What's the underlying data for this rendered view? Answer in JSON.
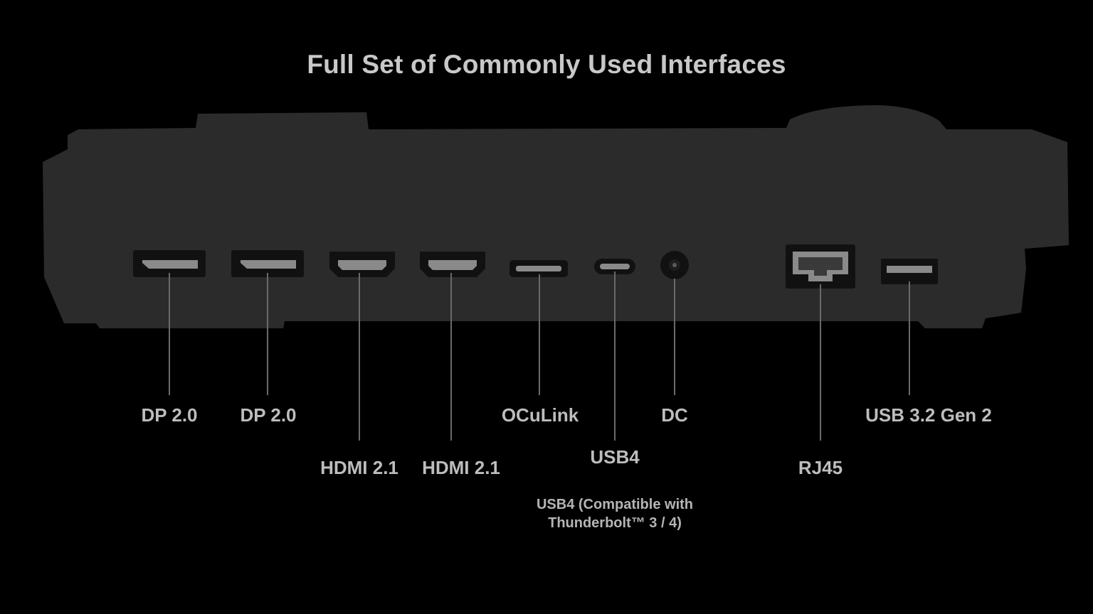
{
  "title": "Full Set of Commonly Used Interfaces",
  "ports": [
    {
      "id": "dp-1",
      "label": "DP 2.0"
    },
    {
      "id": "dp-2",
      "label": "DP 2.0"
    },
    {
      "id": "hdmi-1",
      "label": "HDMI 2.1"
    },
    {
      "id": "hdmi-2",
      "label": "HDMI 2.1"
    },
    {
      "id": "oculink",
      "label": "OCuLink"
    },
    {
      "id": "usb4",
      "label": "USB4"
    },
    {
      "id": "dc",
      "label": "DC"
    },
    {
      "id": "rj45",
      "label": "RJ45"
    },
    {
      "id": "usb32",
      "label": "USB 3.2 Gen 2"
    }
  ],
  "usb4_note": {
    "line1": "USB4 (Compatible with",
    "line2": "Thunderbolt™ 3 / 4)"
  },
  "colors": {
    "background": "#000000",
    "device_body": "#2b2b2b",
    "port_frame": "#111111",
    "port_inner": "#8a8a8a",
    "leader_line": "#6a6a6a",
    "text": "#bdbdbd"
  }
}
